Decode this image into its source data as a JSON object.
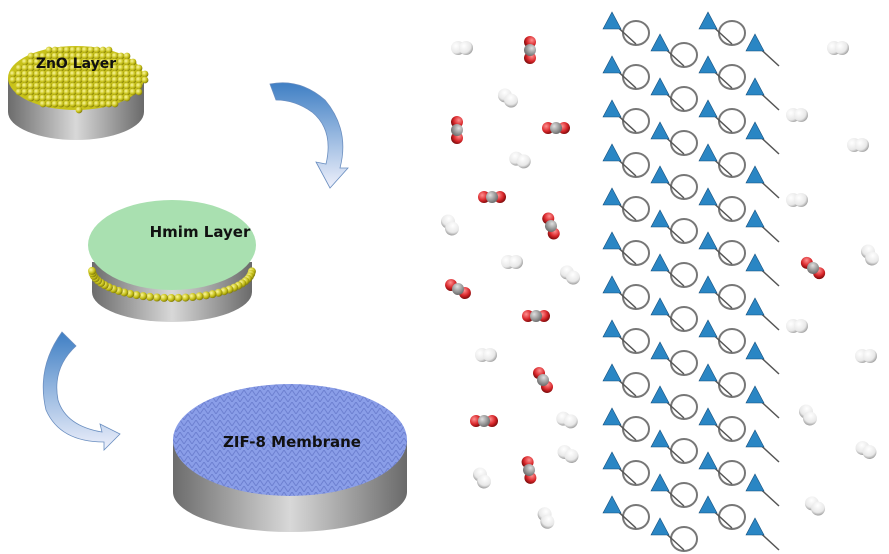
{
  "steps": [
    {
      "label": "ZnO Layer",
      "color": "#c8c21a"
    },
    {
      "label": "Hmim Layer",
      "color": "#a9e0b0"
    },
    {
      "label": "ZIF-8 Membrane",
      "color": "#8a9ee8"
    }
  ],
  "colors": {
    "arrow": "#4a86c8",
    "substrate": "#a0a0a0",
    "tetrahedron": "#2a86c4",
    "co2_oxygen": "#d8262a",
    "co2_carbon": "#8a8a8a",
    "h2": "#f2f2f2"
  }
}
